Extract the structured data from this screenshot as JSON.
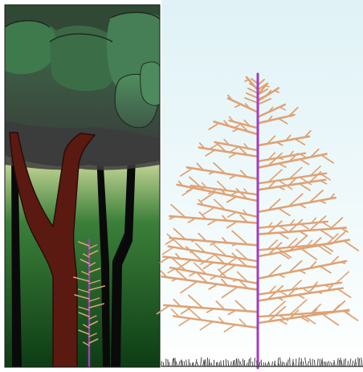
{
  "figure": {
    "panels": [
      {
        "id": "left",
        "scene": "forest-understory-sapling"
      },
      {
        "id": "right",
        "scene": "open-grown-tree"
      }
    ],
    "colors": {
      "background": "#ffffff",
      "forest_canopy_dark": "#2f4e33",
      "forest_canopy_mid": "#4e8a5a",
      "forest_canopy_light": "#6aa978",
      "forest_floor_bottom": "#0d3c15",
      "forest_floor_top": "#cfdc9e",
      "trunk_brown": "#5a1a12",
      "trunk_black": "#0a0a0a",
      "sky_top": "#dff2f6",
      "sky_bottom": "#ffffff",
      "trunk_purple": "#a23cbf",
      "branch_tan": "#dfa274",
      "grass": "#444444"
    }
  }
}
